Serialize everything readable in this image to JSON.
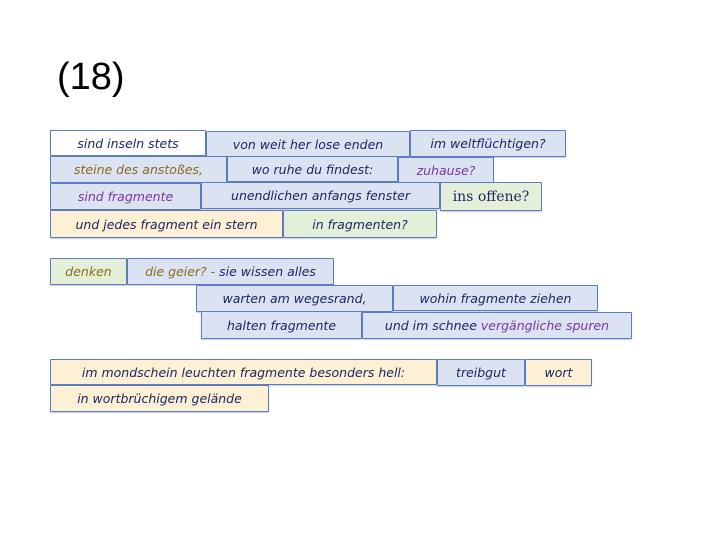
{
  "slide": {
    "title": "(18)"
  },
  "colors": {
    "text": "#1c2660",
    "olive": "#8a6a1e",
    "purple": "#7a35a0"
  },
  "boxes": [
    {
      "id": "sind-inseln-stets",
      "fill": "white",
      "segments": [
        {
          "text": "sind inseln stets",
          "color": "text"
        }
      ]
    },
    {
      "id": "von-weit-her",
      "fill": "blue",
      "segments": [
        {
          "text": "von weit her lose enden",
          "color": "text"
        }
      ]
    },
    {
      "id": "im-weltfluechtigen",
      "fill": "blue",
      "segments": [
        {
          "text": "im weltflüchtigen?",
          "color": "text"
        }
      ]
    },
    {
      "id": "steine-des-anstosses",
      "fill": "blue",
      "segments": [
        {
          "text": "steine des anstoßes,",
          "color": "olive"
        }
      ]
    },
    {
      "id": "wo-ruhe",
      "fill": "blue",
      "segments": [
        {
          "text": "wo ruhe du findest:",
          "color": "text"
        }
      ]
    },
    {
      "id": "zuhause",
      "fill": "blue",
      "segments": [
        {
          "text": "zuhause?",
          "color": "purple"
        }
      ]
    },
    {
      "id": "sind-fragmente",
      "fill": "blue",
      "segments": [
        {
          "text": "sind fragmente",
          "color": "purple"
        }
      ]
    },
    {
      "id": "unendlichen-anfangs",
      "fill": "blue",
      "segments": [
        {
          "text": "unendlichen anfangs fenster",
          "color": "text"
        }
      ]
    },
    {
      "id": "ins-offene",
      "fill": "green",
      "serif": true,
      "segments": [
        {
          "text": "ins offene?",
          "color": "text"
        }
      ]
    },
    {
      "id": "und-jedes-fragment",
      "fill": "yellow",
      "segments": [
        {
          "text": "und jedes fragment ein stern",
          "color": "text"
        }
      ]
    },
    {
      "id": "in-fragmenten",
      "fill": "green",
      "segments": [
        {
          "text": "in fragmenten?",
          "color": "text"
        }
      ]
    },
    {
      "id": "denken",
      "fill": "green",
      "segments": [
        {
          "text": "denken",
          "color": "olive"
        }
      ]
    },
    {
      "id": "die-geier",
      "fill": "blue",
      "segments": [
        {
          "text": "die geier? -",
          "color": "olive"
        },
        {
          "text": " sie wissen alles",
          "color": "text"
        }
      ]
    },
    {
      "id": "warten-am-wegesrand",
      "fill": "blue",
      "segments": [
        {
          "text": "warten am wegesrand,",
          "color": "text"
        }
      ]
    },
    {
      "id": "wohin-fragmente",
      "fill": "blue",
      "segments": [
        {
          "text": "wohin fragmente ziehen",
          "color": "text"
        }
      ]
    },
    {
      "id": "halten-fragmente",
      "fill": "blue",
      "segments": [
        {
          "text": "halten fragmente",
          "color": "text"
        }
      ]
    },
    {
      "id": "im-schnee",
      "fill": "blue",
      "segments": [
        {
          "text": "und im schnee ",
          "color": "text"
        },
        {
          "text": "vergängliche spuren",
          "color": "purple"
        }
      ]
    },
    {
      "id": "im-mondschein",
      "fill": "yellow",
      "segments": [
        {
          "text": "im mondschein leuchten fragmente besonders hell:",
          "color": "text"
        }
      ]
    },
    {
      "id": "treibgut",
      "fill": "blue",
      "segments": [
        {
          "text": "treibgut",
          "color": "text"
        }
      ]
    },
    {
      "id": "wort",
      "fill": "yellow",
      "segments": [
        {
          "text": "wort",
          "color": "text"
        }
      ]
    },
    {
      "id": "in-wortbruechigem",
      "fill": "yellow",
      "segments": [
        {
          "text": "in wortbrüchigem gelände",
          "color": "text"
        }
      ]
    }
  ]
}
